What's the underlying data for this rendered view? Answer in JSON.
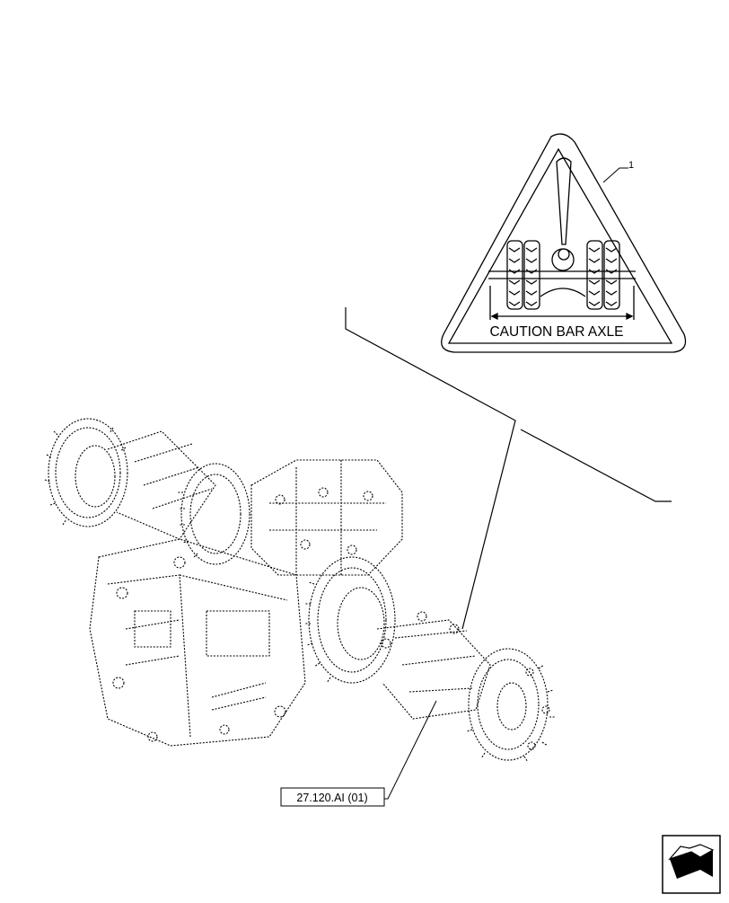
{
  "callouts": {
    "item_number": "1",
    "reference_label": "27.120.AI (01)"
  },
  "warning_decal": {
    "text": "CAUTION BAR AXLE"
  },
  "navigation": {
    "icon": "next-page-arrow-icon"
  }
}
